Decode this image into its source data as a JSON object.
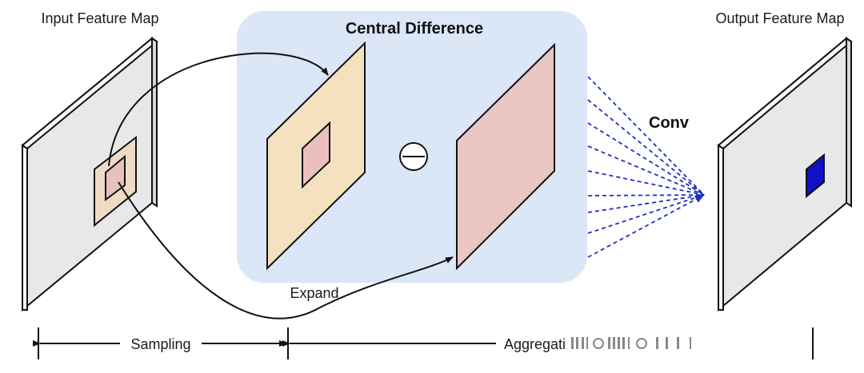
{
  "labels": {
    "input_title": "Input Feature Map",
    "output_title": "Output Feature Map",
    "panel_title": "Central Difference",
    "conv": "Conv",
    "expand": "Expand",
    "sampling": "Sampling",
    "aggregation": "Aggregati"
  },
  "colors": {
    "panel_bg": "#dbe6f6",
    "map_front": "#e8e8e8",
    "map_side": "#f8f8f8",
    "sample_fill": "#f0dac4",
    "inner_fill": "#e6c1bd",
    "expanded_fill": "#f5e1c0",
    "center_fill": "#ebbfbe",
    "result_fill": "#ebc7c4",
    "conv_lines": "#1f2fbf",
    "output_pixel": "#1010c8",
    "stroke": "#111111"
  },
  "icons": {
    "operator": "minus-circle-icon"
  }
}
